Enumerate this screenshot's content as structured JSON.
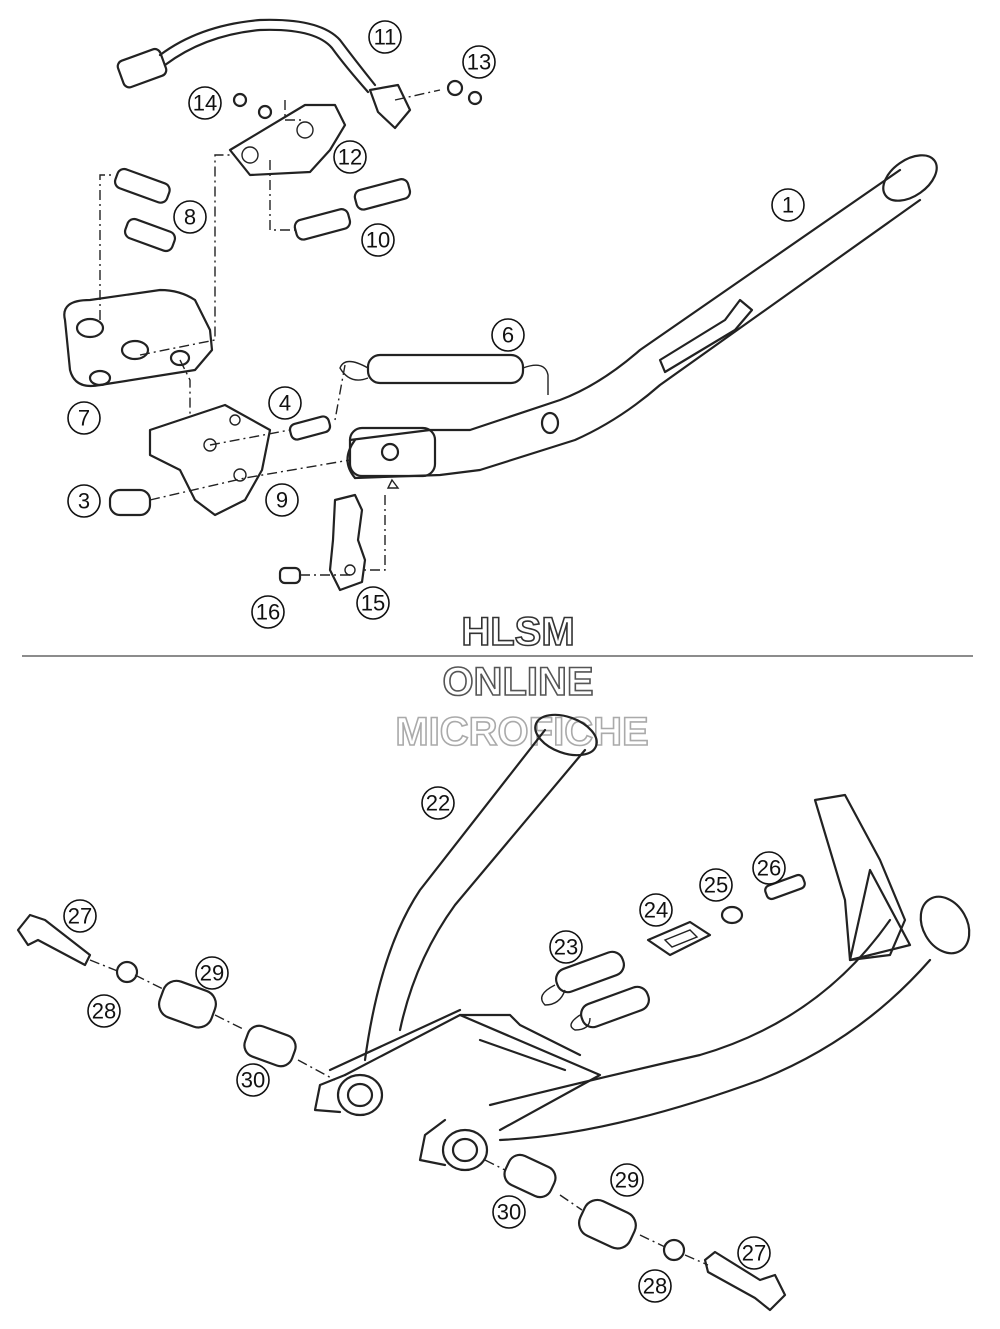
{
  "watermark": {
    "line1": "HLSM",
    "line2": "ONLINE",
    "line3": "MICROFICHE"
  },
  "top_callouts": {
    "c1": "1",
    "c3": "3",
    "c4": "4",
    "c6": "6",
    "c7": "7",
    "c8": "8",
    "c9": "9",
    "c10": "10",
    "c11": "11",
    "c12": "12",
    "c13": "13",
    "c14": "14",
    "c15": "15",
    "c16": "16"
  },
  "bottom_callouts": {
    "c22": "22",
    "c23": "23",
    "c24": "24",
    "c25": "25",
    "c26": "26",
    "c27a": "27",
    "c28a": "28",
    "c29a": "29",
    "c30a": "30",
    "c27b": "27",
    "c28b": "28",
    "c29b": "29",
    "c30b": "30"
  }
}
